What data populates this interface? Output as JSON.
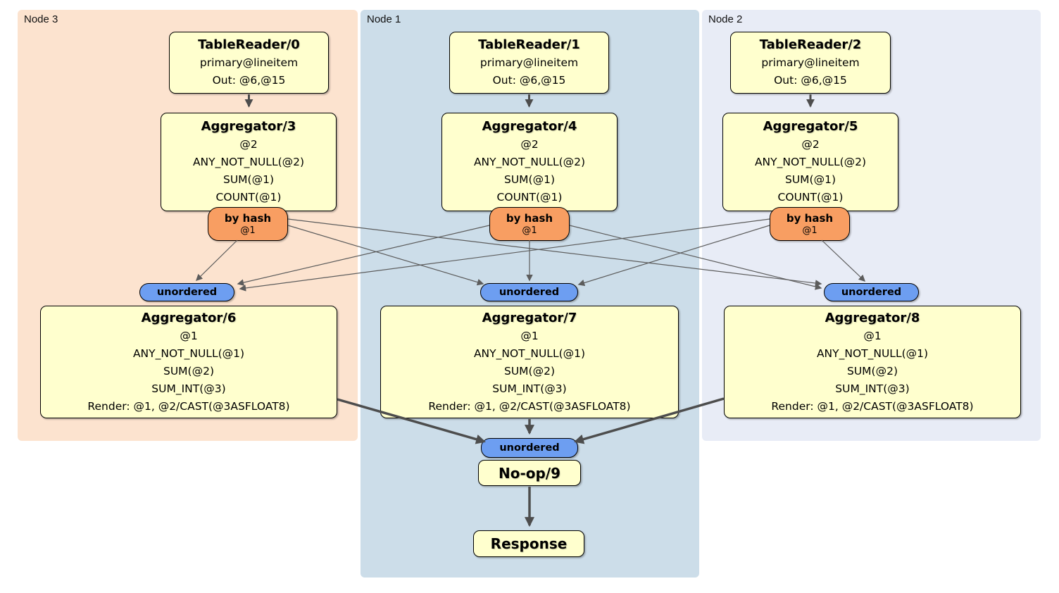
{
  "nodes": [
    {
      "label": "Node 3",
      "table_reader": {
        "title": "TableReader/0",
        "lines": [
          "primary@lineitem",
          "Out: @6,@15"
        ]
      },
      "hash_aggregator": {
        "title": "Aggregator/3",
        "lines": [
          "@2",
          "ANY_NOT_NULL(@2)",
          "SUM(@1)",
          "COUNT(@1)"
        ]
      },
      "router": {
        "label": "by hash",
        "detail": "@1"
      },
      "collector": {
        "label": "unordered"
      },
      "final_aggregator": {
        "title": "Aggregator/6",
        "lines": [
          "@1",
          "ANY_NOT_NULL(@1)",
          "SUM(@2)",
          "SUM_INT(@3)",
          "Render: @1, @2/CAST(@3ASFLOAT8)"
        ]
      }
    },
    {
      "label": "Node 1",
      "table_reader": {
        "title": "TableReader/1",
        "lines": [
          "primary@lineitem",
          "Out: @6,@15"
        ]
      },
      "hash_aggregator": {
        "title": "Aggregator/4",
        "lines": [
          "@2",
          "ANY_NOT_NULL(@2)",
          "SUM(@1)",
          "COUNT(@1)"
        ]
      },
      "router": {
        "label": "by hash",
        "detail": "@1"
      },
      "collector": {
        "label": "unordered"
      },
      "final_aggregator": {
        "title": "Aggregator/7",
        "lines": [
          "@1",
          "ANY_NOT_NULL(@1)",
          "SUM(@2)",
          "SUM_INT(@3)",
          "Render: @1, @2/CAST(@3ASFLOAT8)"
        ]
      }
    },
    {
      "label": "Node 2",
      "table_reader": {
        "title": "TableReader/2",
        "lines": [
          "primary@lineitem",
          "Out: @6,@15"
        ]
      },
      "hash_aggregator": {
        "title": "Aggregator/5",
        "lines": [
          "@2",
          "ANY_NOT_NULL(@2)",
          "SUM(@1)",
          "COUNT(@1)"
        ]
      },
      "router": {
        "label": "by hash",
        "detail": "@1"
      },
      "collector": {
        "label": "unordered"
      },
      "final_aggregator": {
        "title": "Aggregator/8",
        "lines": [
          "@1",
          "ANY_NOT_NULL(@1)",
          "SUM(@2)",
          "SUM_INT(@3)",
          "Render: @1, @2/CAST(@3ASFLOAT8)"
        ]
      }
    }
  ],
  "sink": {
    "collector": {
      "label": "unordered"
    },
    "noop": {
      "title": "No-op/9"
    },
    "response": {
      "title": "Response"
    }
  },
  "colors": {
    "node3_panel": "#fce3cf",
    "node1_panel": "#ccdde9",
    "node2_panel": "#e8ecf6",
    "processor_box": "#ffffce",
    "router_pill": "#f89e62",
    "stream_pill": "#6d9ef1",
    "edge": "#4d4d4d"
  }
}
